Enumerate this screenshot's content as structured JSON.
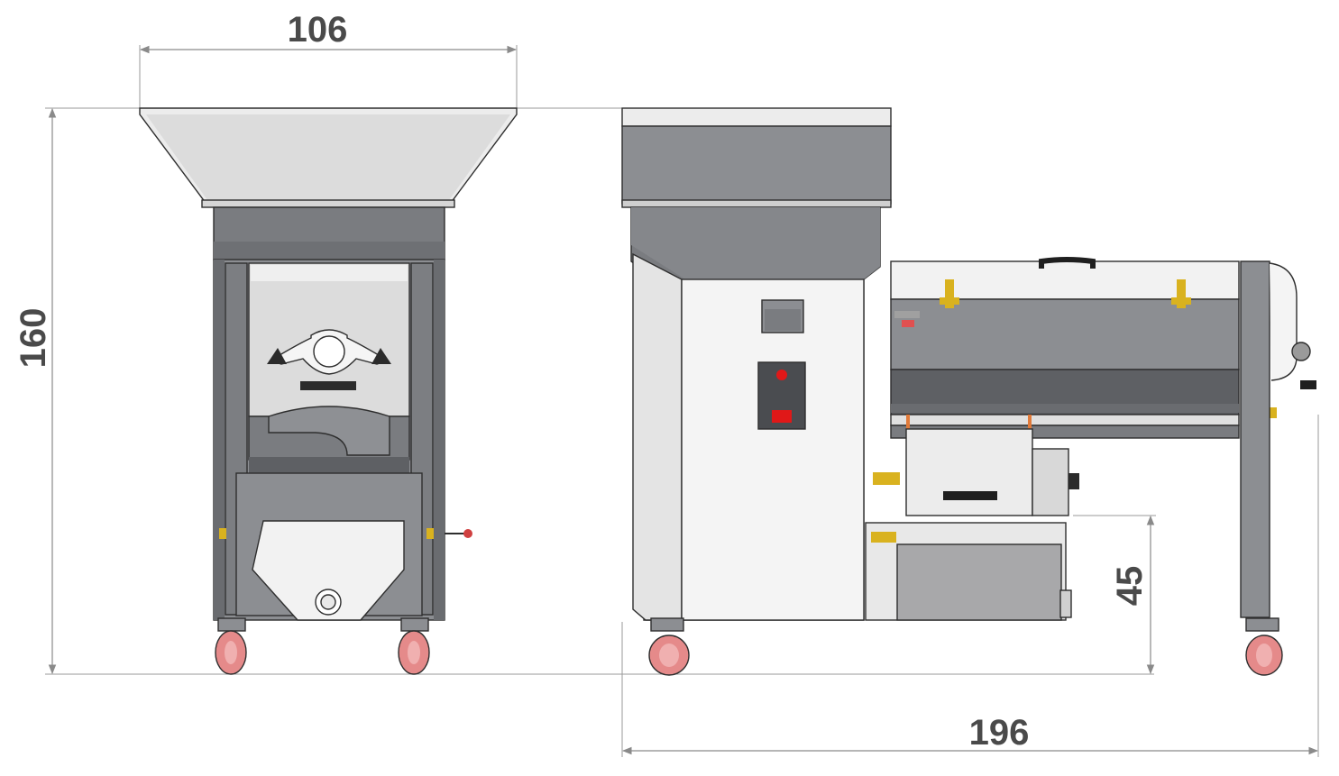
{
  "dimensions": {
    "width_front": "106",
    "height_total": "160",
    "length_side": "196",
    "outlet_height": "45"
  },
  "colors": {
    "frame_gray": "#7a7c80",
    "panel_gray": "#8c8e92",
    "dark_band": "#5e6064",
    "hopper_light": "#e6e6e6",
    "white_panel": "#f4f4f4",
    "wheel_pink": "#e58a8a",
    "clamp_yellow": "#d9b21f",
    "button_red": "#e01818",
    "control_box": "#4a4c50",
    "dimension_text": "#4a4a4a"
  }
}
